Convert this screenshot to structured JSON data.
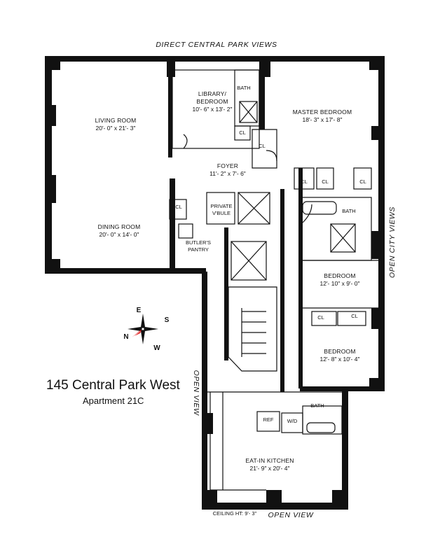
{
  "views": {
    "top": "DIRECT CENTRAL PARK VIEWS",
    "right": "OPEN CITY VIEWS",
    "left": "OPEN VIEW",
    "bottom": "OPEN VIEW"
  },
  "building": {
    "name": "145 Central Park West",
    "unit": "Apartment 21C"
  },
  "ceiling": "CEILING HT: 9'- 3\"",
  "rooms": {
    "living": {
      "name": "LIVING ROOM",
      "dims": "20'- 0\" x 21'- 3\""
    },
    "library": {
      "name_line1": "LIBRARY/",
      "name_line2": "BEDROOM",
      "dims": "10'- 6\" x 13'- 2\""
    },
    "master": {
      "name": "MASTER BEDROOM",
      "dims": "18'- 3\" x 17'- 8\""
    },
    "foyer": {
      "name": "FOYER",
      "dims": "11'- 2\" x 7'- 6\""
    },
    "dining": {
      "name": "DINING ROOM",
      "dims": "20'- 0\" x 14'- 0\""
    },
    "bedroom2": {
      "name": "BEDROOM",
      "dims": "12'- 10\" x 9'- 0\""
    },
    "bedroom3": {
      "name": "BEDROOM",
      "dims": "12'- 8\" x 10'- 4\""
    },
    "kitchen": {
      "name": "EAT-IN KITCHEN",
      "dims": "21'- 9\" x 20'- 4\""
    }
  },
  "labels": {
    "bath": "BATH",
    "closet": "CL",
    "private_line1": "PRIVATE",
    "private_line2": "V'BULE",
    "butlers_line1": "BUTLER'S",
    "butlers_line2": "PANTRY",
    "ref": "REF",
    "w_d": "W/D"
  },
  "compass": {
    "e": "E",
    "s": "S",
    "w": "W",
    "n": "N"
  }
}
